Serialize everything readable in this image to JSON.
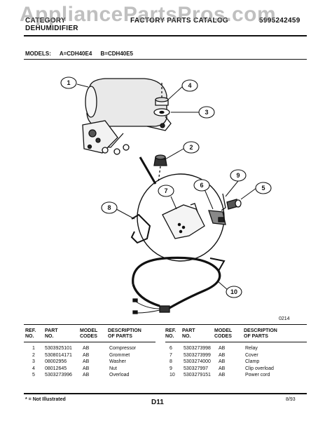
{
  "header": {
    "left_line1": "CATEGORY",
    "left_line2": "DEHUMIDIFIER",
    "center": "FACTORY PARTS CATALOG",
    "right": "5995242459",
    "watermark": "AppliancePartsPros.com"
  },
  "models": {
    "label": "MODELS:",
    "a": "A=CDH40E4",
    "b": "B=CDH40E5"
  },
  "callouts": [
    "1",
    "2",
    "3",
    "4",
    "5",
    "6",
    "7",
    "8",
    "9",
    "10"
  ],
  "diagram_code": "0214",
  "table": {
    "headers": {
      "ref": "REF.\nNO.",
      "part": "PART\nNO.",
      "model": "MODEL\nCODES",
      "desc": "DESCRIPTION\nOF PARTS"
    },
    "left_rows": [
      {
        "ref": "1",
        "part": "5303925101",
        "model": "AB",
        "desc": "Compressor"
      },
      {
        "ref": "2",
        "part": "5308014171",
        "model": "AB",
        "desc": "Grommet"
      },
      {
        "ref": "3",
        "part": "08002956",
        "model": "AB",
        "desc": "Washer"
      },
      {
        "ref": "4",
        "part": "08012645",
        "model": "AB",
        "desc": "Nut"
      },
      {
        "ref": "5",
        "part": "5303273996",
        "model": "AB",
        "desc": "Overload"
      }
    ],
    "right_rows": [
      {
        "ref": "6",
        "part": "5303273998",
        "model": "AB",
        "desc": "Relay"
      },
      {
        "ref": "7",
        "part": "5303273999",
        "model": "AB",
        "desc": "Cover"
      },
      {
        "ref": "8",
        "part": "5303274000",
        "model": "AB",
        "desc": "Clamp"
      },
      {
        "ref": "9",
        "part": "530327997",
        "model": "AB",
        "desc": "Clip overload"
      },
      {
        "ref": "10",
        "part": "5303279151",
        "model": "AB",
        "desc": "Power cord"
      }
    ]
  },
  "footer": {
    "note": "* = Not Illustrated",
    "page": "D11",
    "date": "8/93"
  }
}
